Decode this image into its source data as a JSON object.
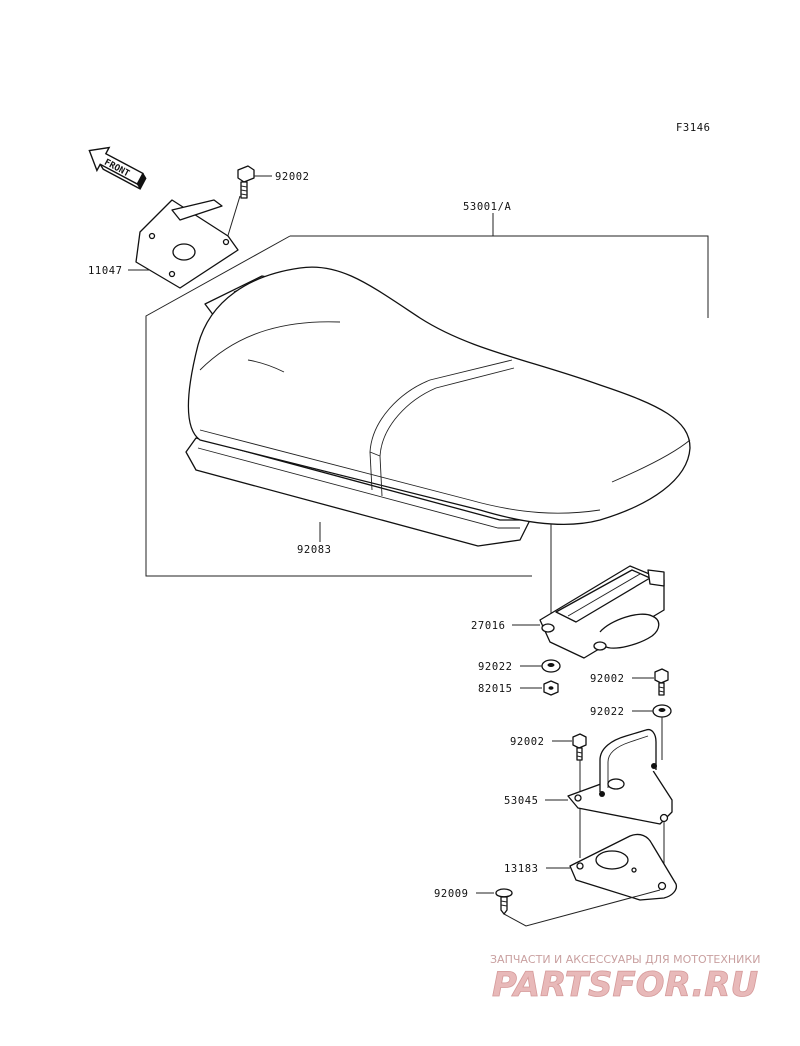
{
  "figure_code": "F3146",
  "front_label": "FRONT",
  "callouts": {
    "p92002_top": "92002",
    "p53001A": "53001/A",
    "p11047": "11047",
    "p92083": "92083",
    "p27016": "27016",
    "p92022_a": "92022",
    "p82015": "82015",
    "p92002_b": "92002",
    "p92022_b": "92022",
    "p92002_c": "92002",
    "p53045": "53045",
    "p13183": "13183",
    "p92009": "92009"
  },
  "watermark": {
    "caption": "ЗАПЧАСТИ И АКСЕССУАРЫ ДЛЯ МОТОТЕХНИКИ",
    "brand": "PARTSFOR.RU"
  }
}
